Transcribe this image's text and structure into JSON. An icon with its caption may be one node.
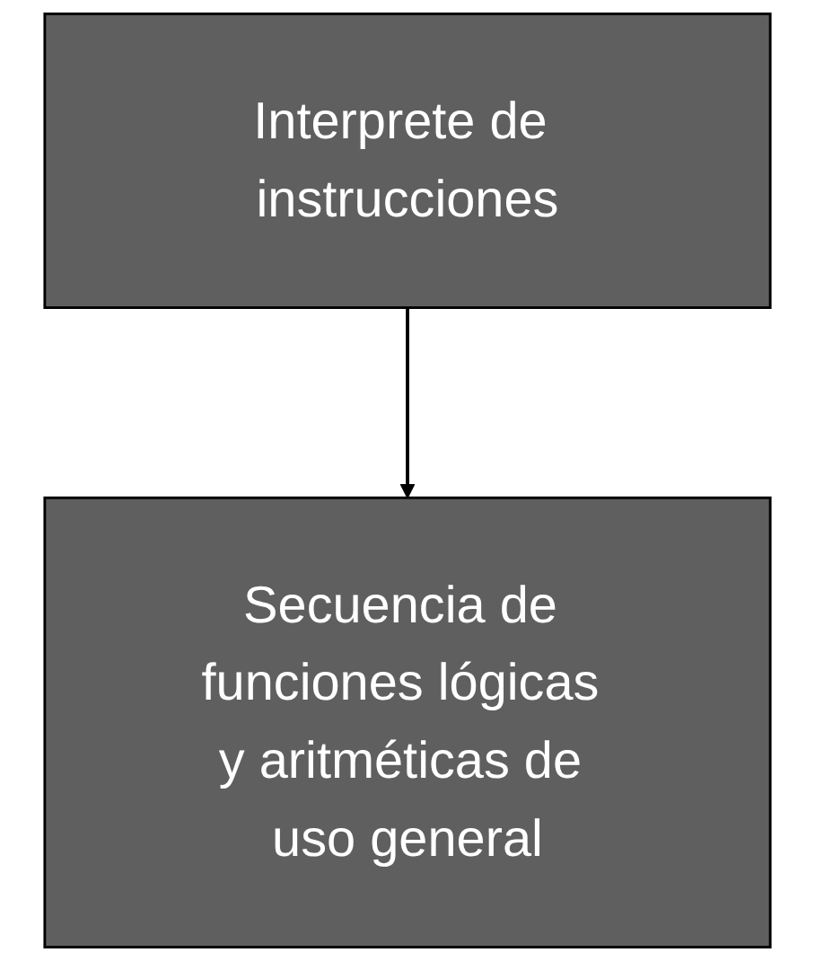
{
  "diagram": {
    "nodes": [
      {
        "text": [
          "Interprete de instrucciones"
        ]
      },
      {
        "text": [
          "Secuencia de funciones lógicas y aritméticas de uso general"
        ]
      }
    ],
    "edges": [
      {
        "from": 0,
        "to": 1,
        "arrow": "to"
      }
    ]
  }
}
